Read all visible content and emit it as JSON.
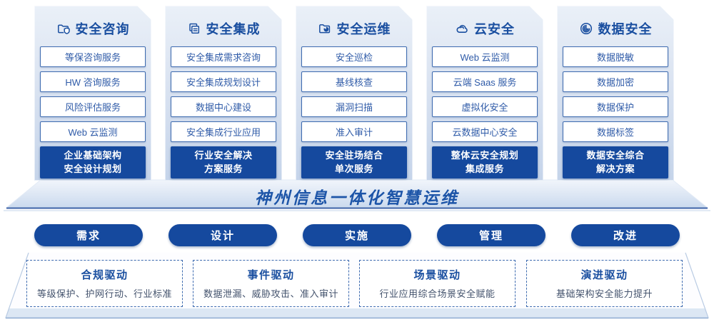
{
  "colors": {
    "primary_blue": "#15499E",
    "title_blue": "#1A4FA0",
    "item_border_blue": "#3E6BB0",
    "item_text_blue": "#2F5BA8",
    "desc_gray": "#44536D",
    "card_gradient_top": "#EAF0F8",
    "card_gradient_bottom": "#C5D4EA"
  },
  "columns": [
    {
      "title": "安全咨询",
      "icon": "folder-shield-icon",
      "items": [
        "等保咨询服务",
        "HW 咨询服务",
        "风险评估服务",
        "Web 云监测"
      ],
      "highlight_line1": "企业基础架构",
      "highlight_line2": "安全设计规划"
    },
    {
      "title": "安全集成",
      "icon": "copy-docs-icon",
      "items": [
        "安全集成需求咨询",
        "安全集成规划设计",
        "数据中心建设",
        "安全集成行业应用"
      ],
      "highlight_line1": "行业安全解决",
      "highlight_line2": "方案服务"
    },
    {
      "title": "安全运维",
      "icon": "folder-pie-icon",
      "items": [
        "安全巡检",
        "基线核查",
        "漏洞扫描",
        "准入审计"
      ],
      "highlight_line1": "安全驻场结合",
      "highlight_line2": "单次服务"
    },
    {
      "title": "云安全",
      "icon": "cloud-icon",
      "items": [
        "Web 云监测",
        "云端 Saas 服务",
        "虚拟化安全",
        "云数据中心安全"
      ],
      "highlight_line1": "整体云安全规划",
      "highlight_line2": "集成服务"
    },
    {
      "title": "数据安全",
      "icon": "spiral-disc-icon",
      "items": [
        "数据脱敏",
        "数据加密",
        "数据保护",
        "数据标签"
      ],
      "highlight_line1": "数据安全综合",
      "highlight_line2": "解决方案"
    }
  ],
  "banner": {
    "title": "神州信息一体化智慧运维"
  },
  "process": {
    "steps": [
      "需求",
      "设计",
      "实施",
      "管理",
      "改进"
    ]
  },
  "drivers": [
    {
      "title": "合规驱动",
      "desc": "等级保护、护网行动、行业标准"
    },
    {
      "title": "事件驱动",
      "desc": "数据泄漏、威胁攻击、准入审计"
    },
    {
      "title": "场景驱动",
      "desc": "行业应用综合场景安全赋能"
    },
    {
      "title": "演进驱动",
      "desc": "基础架构安全能力提升"
    }
  ]
}
